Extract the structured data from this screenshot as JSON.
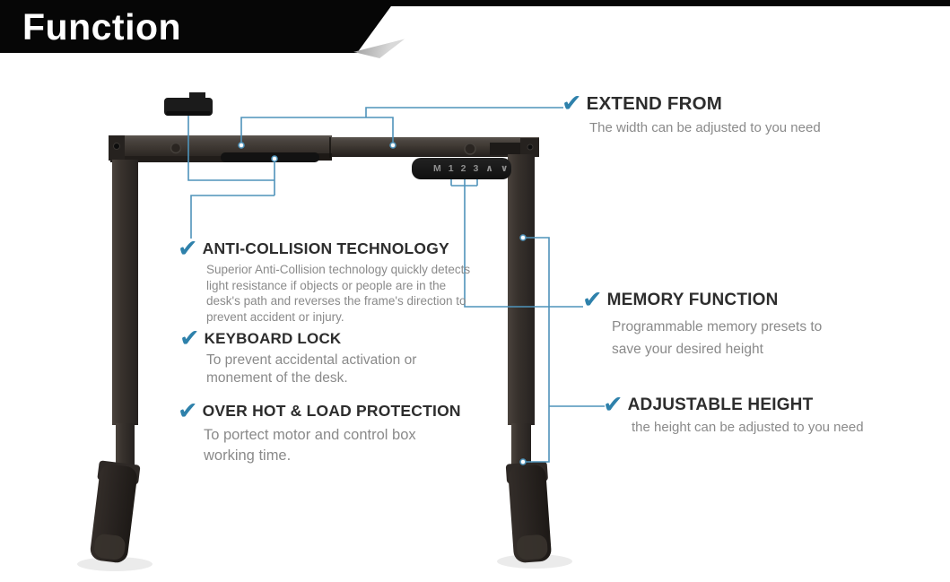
{
  "banner": {
    "title": "Function"
  },
  "icons": {
    "check": "✔"
  },
  "keypad": {
    "buttons": [
      "M",
      "1",
      "2",
      "3",
      "∧",
      "∨"
    ]
  },
  "features": [
    {
      "id": "extend-from",
      "title": "EXTEND FROM",
      "description": "The width can be adjusted to you need"
    },
    {
      "id": "anti-collision-technology",
      "title": "ANTI-COLLISION TECHNOLOGY",
      "description": "Superior Anti-Collision technology quickly detects light resistance if objects or people are in the desk's path and reverses the frame's direction to prevent accident or injury."
    },
    {
      "id": "keyboard-lock",
      "title": "KEYBOARD LOCK",
      "description": "To prevent accidental activation or monement of the desk."
    },
    {
      "id": "over-hot-load-protection",
      "title": "OVER HOT & LOAD PROTECTION",
      "description": "To portect motor and control box working time."
    },
    {
      "id": "memory-function",
      "title": "MEMORY FUNCTION",
      "description": "Programmable memory presets to save your desired height"
    },
    {
      "id": "adjustable-height",
      "title": "ADJUSTABLE HEIGHT",
      "description": "the height can be adjusted to you need"
    }
  ],
  "colors": {
    "accent_check": "#2e81ab",
    "connector_line": "#4f93ba",
    "banner_background": "#060606",
    "heading_text": "#2d2d2d",
    "body_text": "#8a8a8a",
    "frame_dark": "#332d29"
  }
}
